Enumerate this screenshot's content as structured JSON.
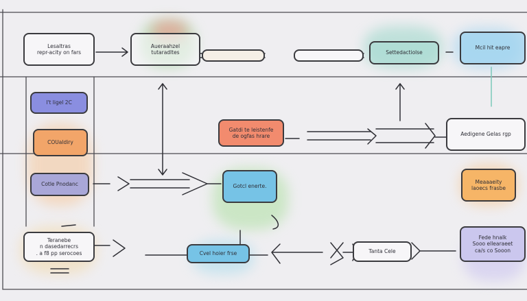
{
  "nodes": {
    "n1": "Lesaltras\nrepr-acity on fars",
    "n2": "Aueraahzel\ntutaradltes",
    "n3": "",
    "n4": "",
    "n5": "Settedactiolse",
    "n6": "Mcil hit eapre",
    "n7": "I't ligel 2C",
    "n8": "COUaldiry",
    "n9": "Cotle Pnodanc",
    "n10": "Gatdi te leistenfe\nde ogfas hrare",
    "n11": "Gotcl enerte.",
    "n12": "Aedigene Gelas rgp",
    "n13": "Meaaaeity\nlaoecs frasbe",
    "n14": "Teranebe\nn dasedarrecrs\n. a f8 pp serocoes",
    "n15": "Cvel hoier frse",
    "n16": "Tanta Cele",
    "n17": "Fede hnalk\nSooo ellearaeet\nca/s co Sooon"
  },
  "colors": {
    "stroke": "#3a3a3e",
    "grid": "#55555c",
    "blue": "#8a8ee0",
    "orange": "#f2a569",
    "purple": "#a9a7d8",
    "salmon": "#f28b6e",
    "sky": "#76c3e6",
    "amber": "#f6b567",
    "lavender": "#cbc7ee",
    "teal": "#a6dad2",
    "white": "#f7f6f8"
  }
}
